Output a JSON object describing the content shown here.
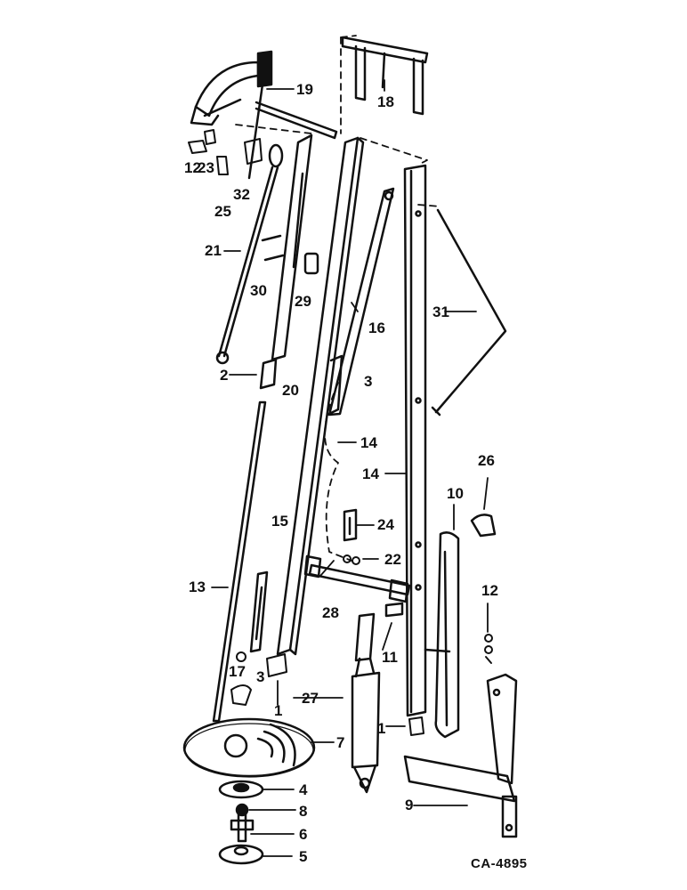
{
  "drawing_code": "CA-4895",
  "callouts": [
    {
      "id": "c19",
      "text": "19"
    },
    {
      "id": "c18",
      "text": "18"
    },
    {
      "id": "c12a",
      "text": "12"
    },
    {
      "id": "c23",
      "text": "23"
    },
    {
      "id": "c32",
      "text": "32"
    },
    {
      "id": "c25",
      "text": "25"
    },
    {
      "id": "c21",
      "text": "21"
    },
    {
      "id": "c30",
      "text": "30"
    },
    {
      "id": "c29",
      "text": "29"
    },
    {
      "id": "c16",
      "text": "16"
    },
    {
      "id": "c31",
      "text": "31"
    },
    {
      "id": "c2",
      "text": "2"
    },
    {
      "id": "c20",
      "text": "20"
    },
    {
      "id": "c3a",
      "text": "3"
    },
    {
      "id": "c14a",
      "text": "14"
    },
    {
      "id": "c14b",
      "text": "14"
    },
    {
      "id": "c26",
      "text": "26"
    },
    {
      "id": "c10",
      "text": "10"
    },
    {
      "id": "c24",
      "text": "24"
    },
    {
      "id": "c15",
      "text": "15"
    },
    {
      "id": "c22",
      "text": "22"
    },
    {
      "id": "c13",
      "text": "13"
    },
    {
      "id": "c12b",
      "text": "12"
    },
    {
      "id": "c28",
      "text": "28"
    },
    {
      "id": "c11",
      "text": "11"
    },
    {
      "id": "c17",
      "text": "17"
    },
    {
      "id": "c3b",
      "text": "3"
    },
    {
      "id": "c1a",
      "text": "1"
    },
    {
      "id": "c27",
      "text": "27"
    },
    {
      "id": "c1b",
      "text": "1"
    },
    {
      "id": "c7",
      "text": "7"
    },
    {
      "id": "c9",
      "text": "9"
    },
    {
      "id": "c4",
      "text": "4"
    },
    {
      "id": "c8",
      "text": "8"
    },
    {
      "id": "c6",
      "text": "6"
    },
    {
      "id": "c5",
      "text": "5"
    }
  ]
}
